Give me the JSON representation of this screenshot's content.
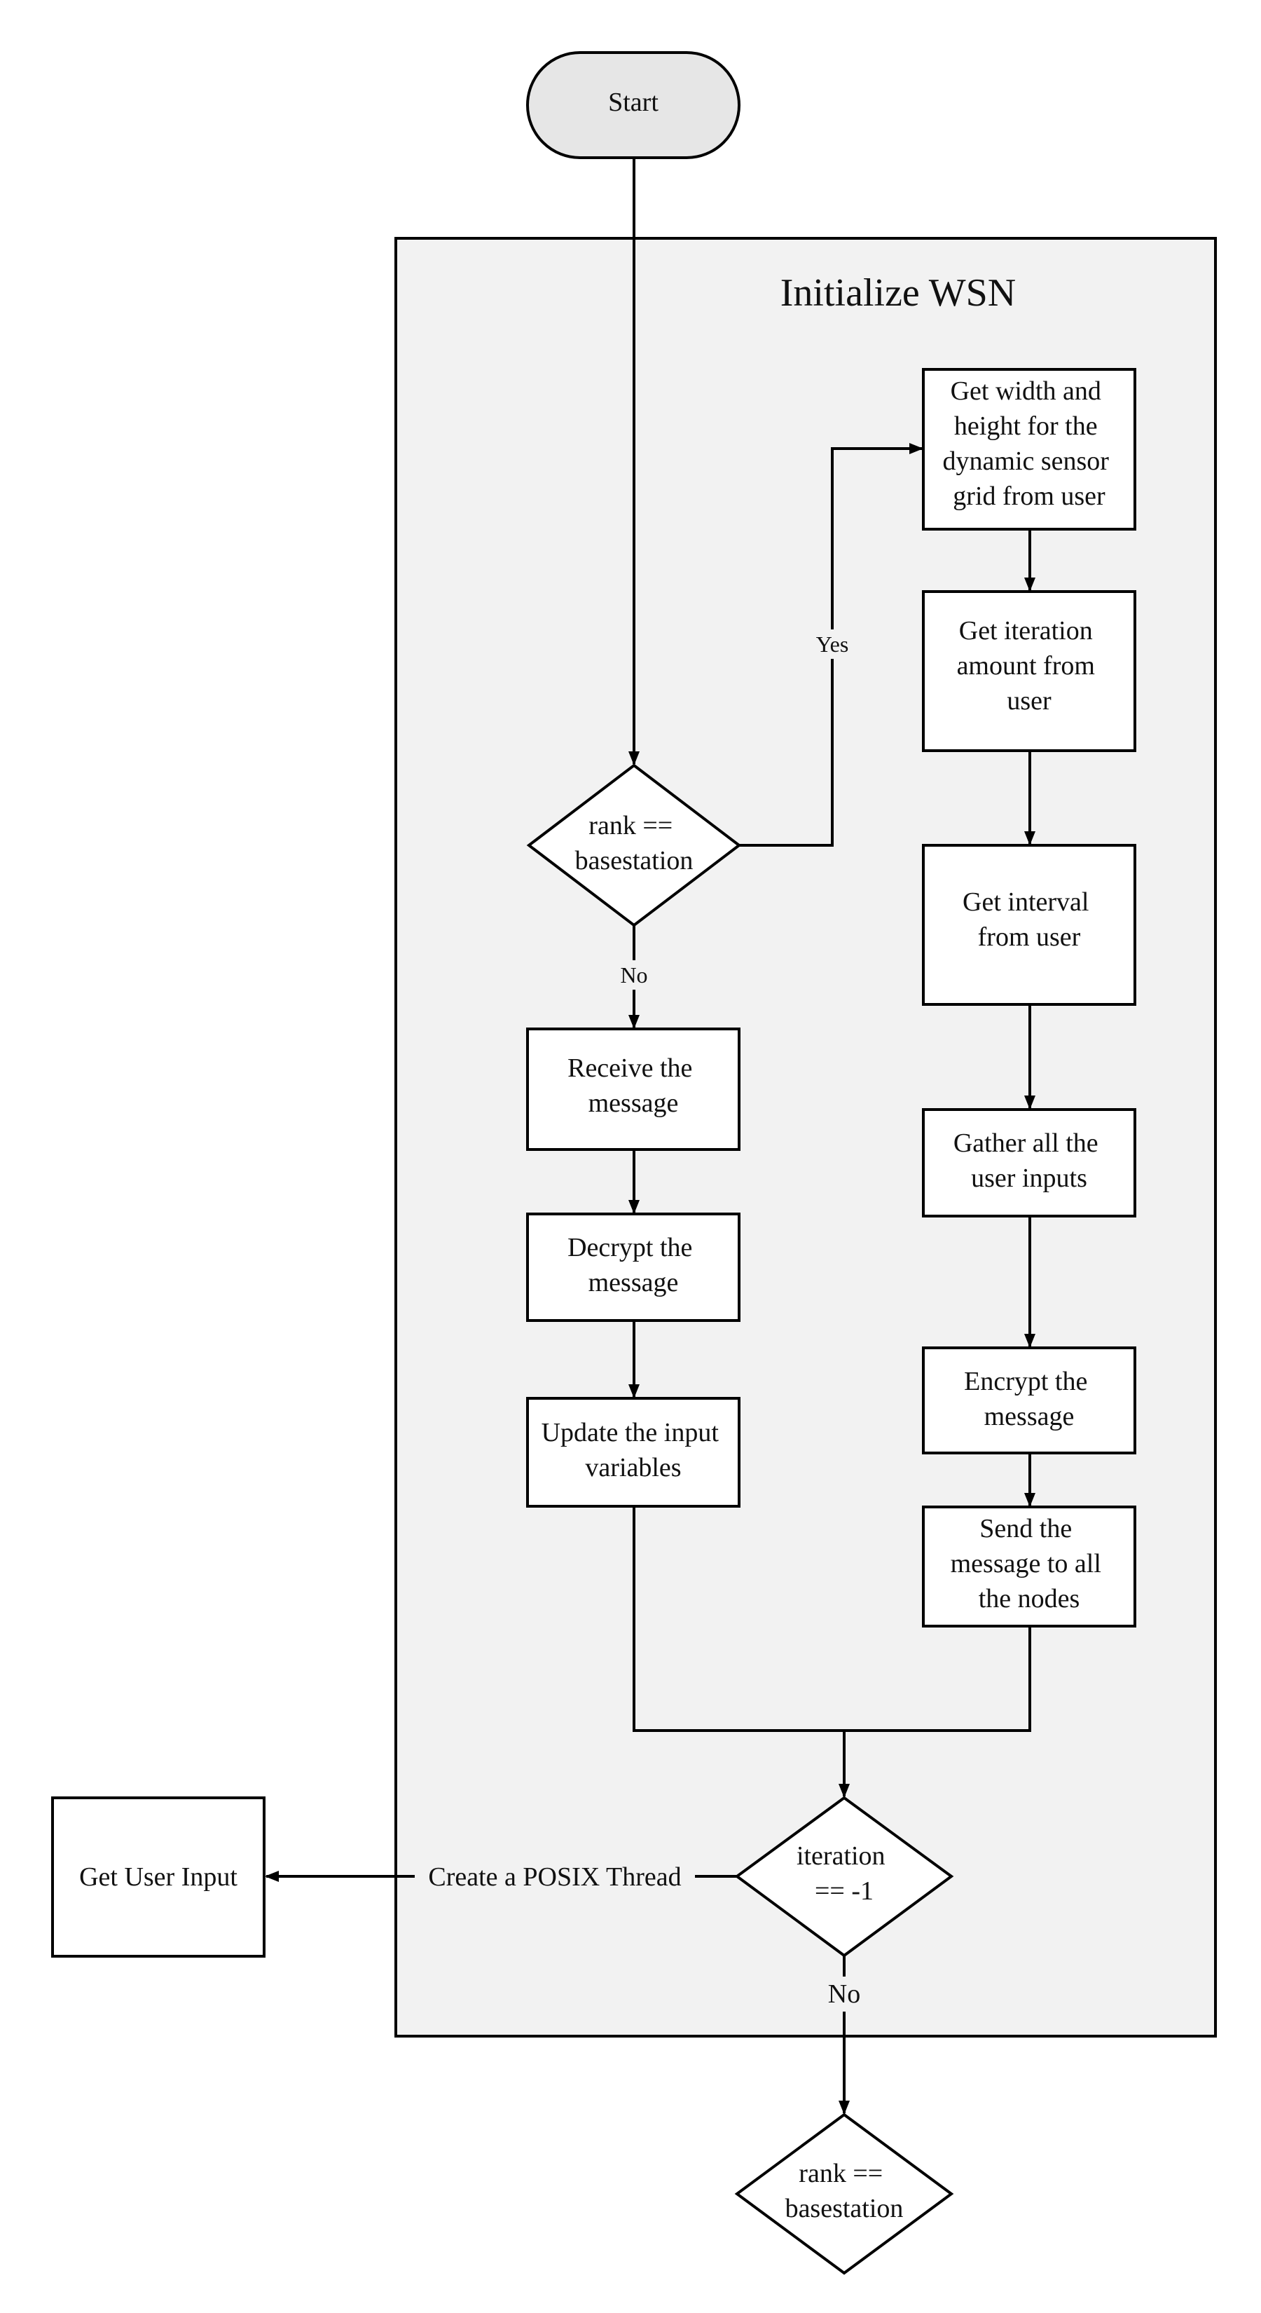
{
  "diagram": {
    "group_title": "Initialize WSN",
    "nodes": {
      "start": "Start",
      "decision_rank_top": [
        "rank ==",
        "basestation"
      ],
      "get_width": [
        "Get width and",
        "height for the",
        "dynamic sensor",
        "grid from user"
      ],
      "get_iteration": [
        "Get iteration",
        "amount from",
        "user"
      ],
      "get_interval": [
        "Get interval",
        "from user"
      ],
      "gather_inputs": [
        "Gather all the",
        "user inputs"
      ],
      "encrypt": [
        "Encrypt the",
        "message"
      ],
      "send_message": [
        "Send the",
        "message to all",
        "the nodes"
      ],
      "receive": [
        "Receive the",
        "message"
      ],
      "decrypt": [
        "Decrypt the",
        "message"
      ],
      "update_vars": [
        "Update the input",
        "variables"
      ],
      "decision_iteration": [
        "iteration",
        "== -1"
      ],
      "get_user_input": "Get User Input",
      "decision_rank_bottom": [
        "rank ==",
        "basestation"
      ]
    },
    "edge_labels": {
      "yes": "Yes",
      "no_top": "No",
      "posix": "Create a POSIX Thread",
      "no_bottom": "No"
    },
    "colors": {
      "group_fill": "#f2f2f2",
      "start_fill": "#e6e6e6",
      "stroke": "#000000"
    }
  }
}
